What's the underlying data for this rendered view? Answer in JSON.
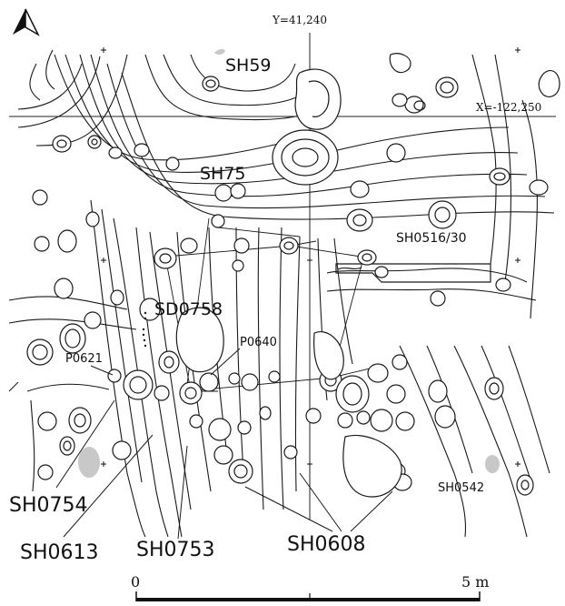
{
  "labels": {
    "grid_y": "Y=41,240",
    "grid_x": "X=-122,250",
    "features": {
      "sh59": "SH59",
      "sh75": "SH75",
      "sh0516": "SH0516/30",
      "sd0758": "SD0758",
      "p0640": "P0640",
      "p0621": "P0621",
      "sh0542": "SH0542"
    },
    "callouts": {
      "sh0754": "SH0754",
      "sh0613": "SH0613",
      "sh0753": "SH0753",
      "sh0608": "SH0608"
    }
  },
  "scale": {
    "start_label": "0",
    "end_label": "5 m"
  },
  "north_arrow": {
    "icon": "north-arrow-icon"
  },
  "colors": {
    "line": "#1a1a1a",
    "shade": "#c8c8c8",
    "background": "#ffffff"
  }
}
